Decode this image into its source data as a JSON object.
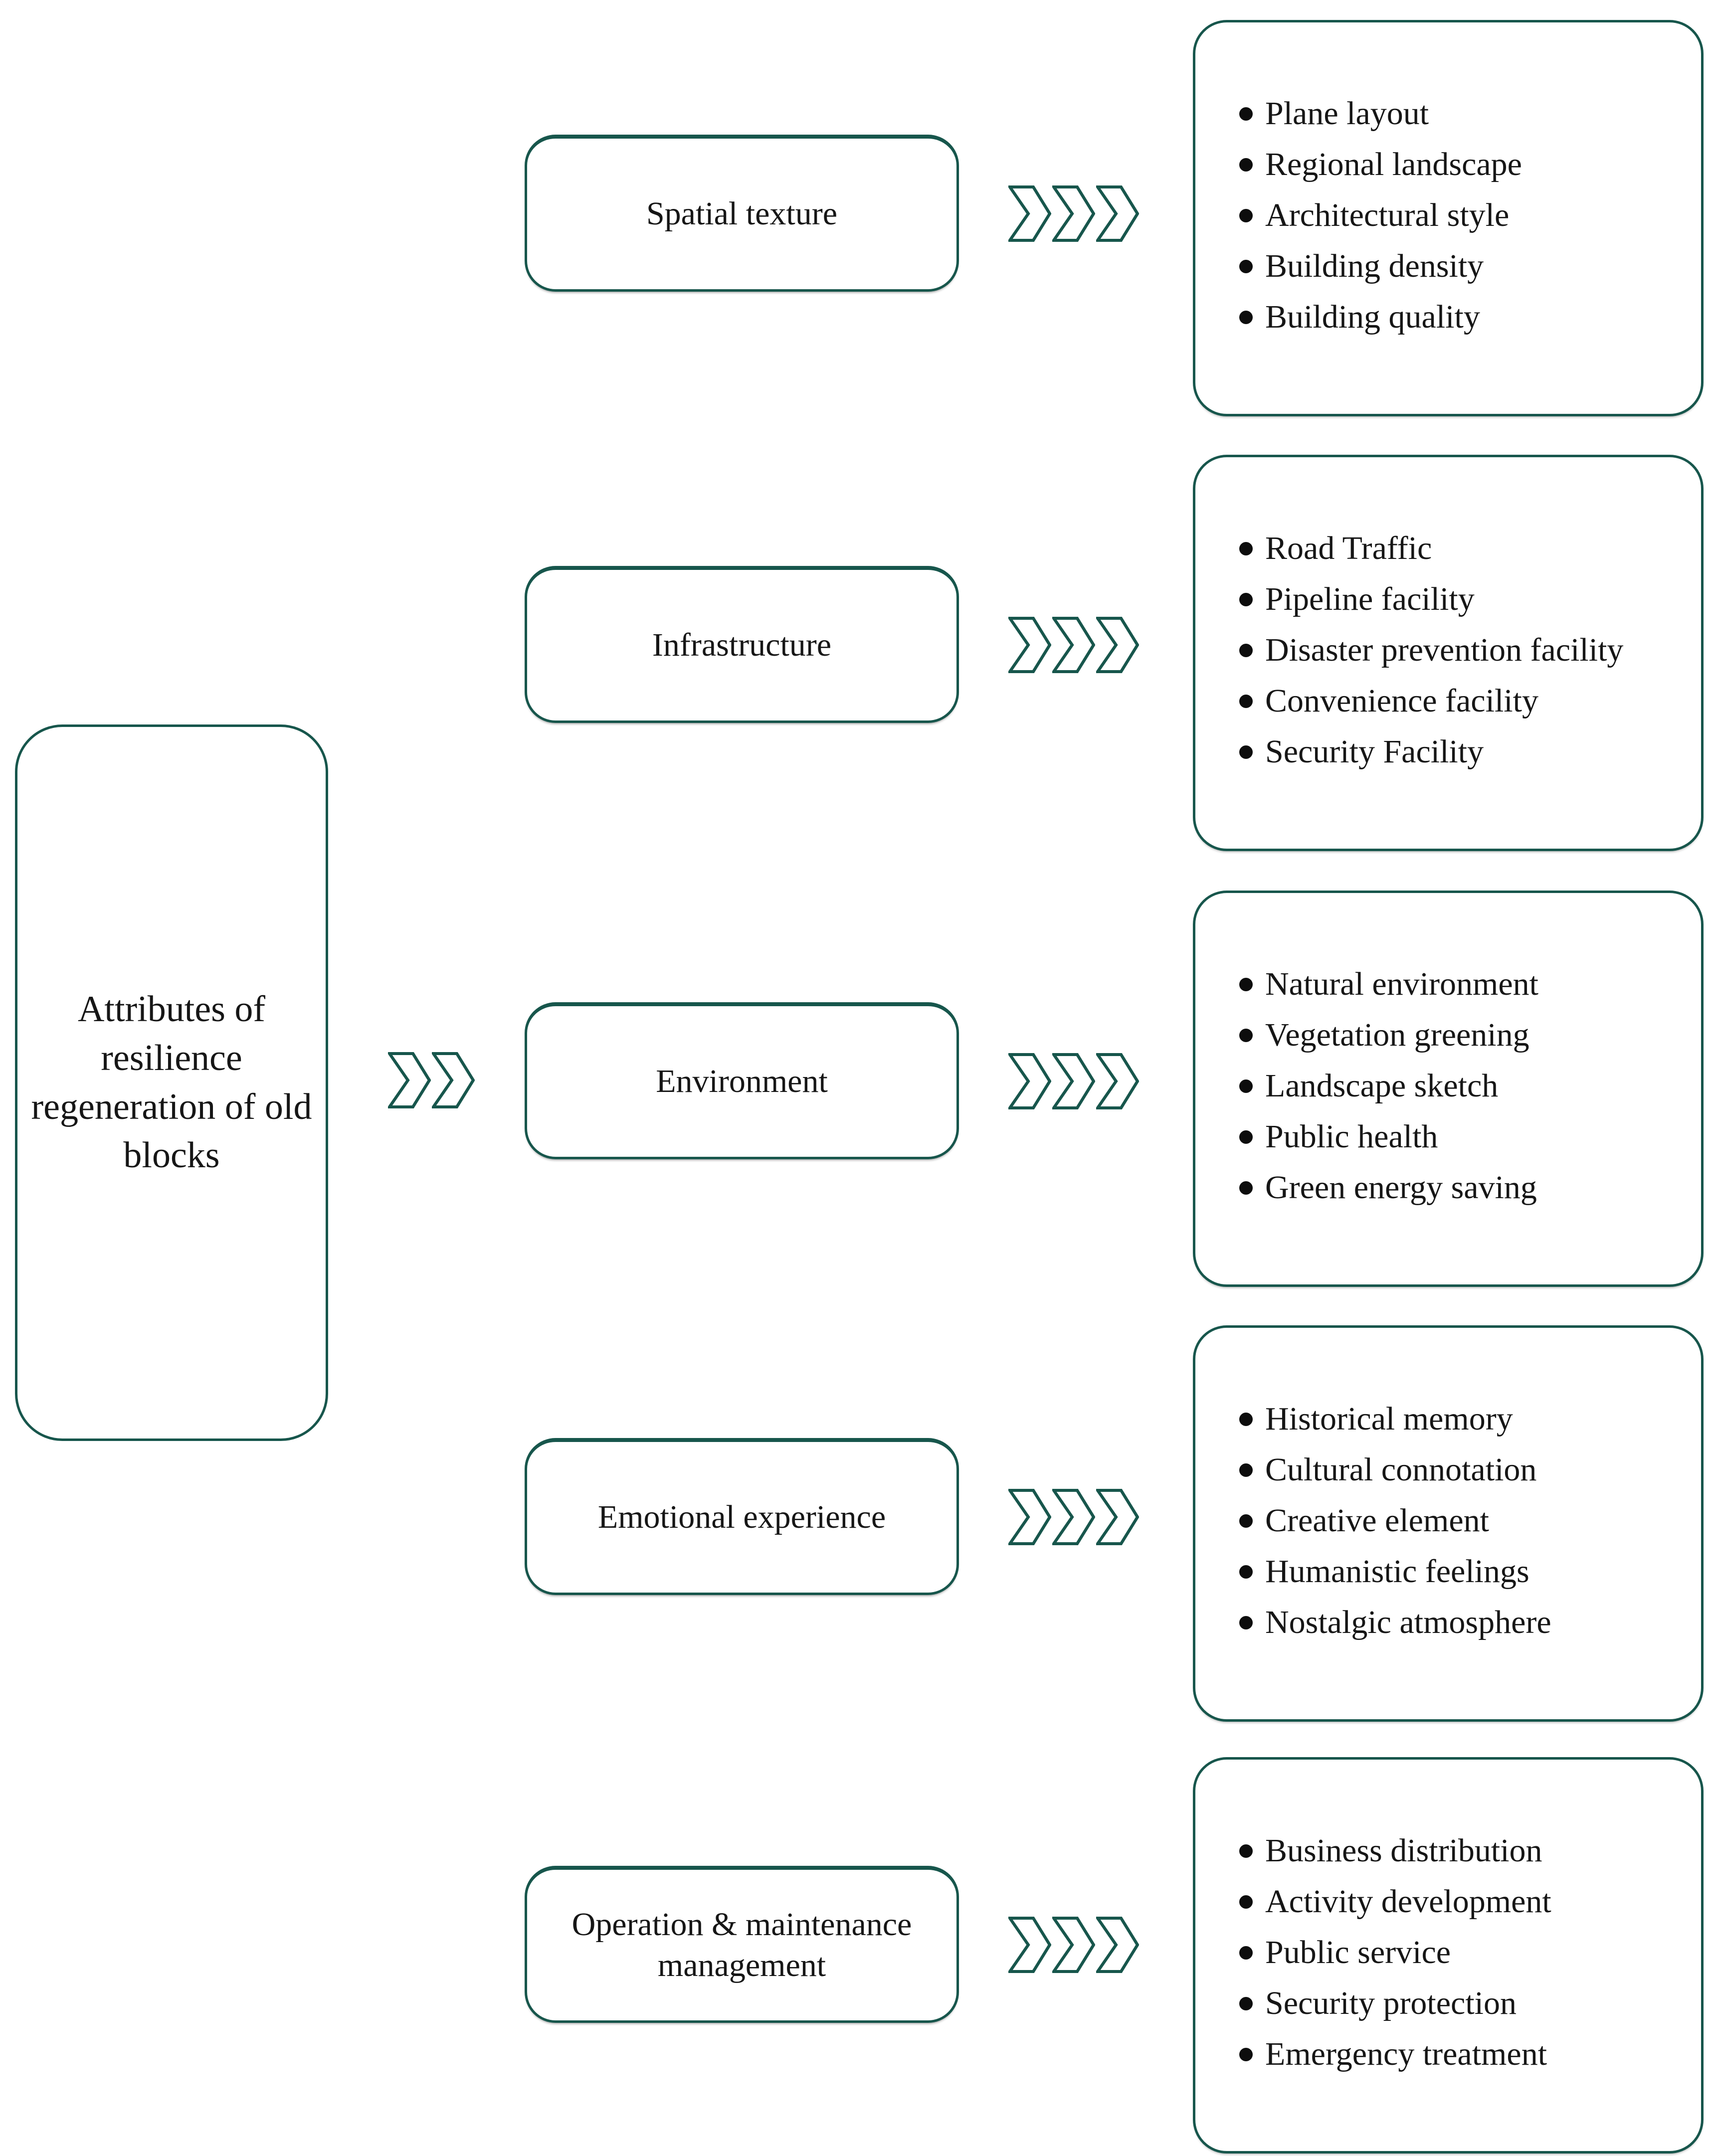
{
  "root": {
    "title": "Attributes of resilience regeneration of old blocks"
  },
  "rows": [
    {
      "category": "Spatial texture",
      "items": [
        "Plane layout",
        "Regional landscape",
        "Architectural style",
        "Building density",
        "Building quality"
      ]
    },
    {
      "category": "Infrastructure",
      "items": [
        "Road Traffic",
        "Pipeline facility",
        "Disaster prevention facility",
        "Convenience facility",
        "Security Facility"
      ]
    },
    {
      "category": "Environment",
      "items": [
        "Natural environment",
        "Vegetation greening",
        "Landscape sketch",
        "Public health",
        "Green energy saving"
      ]
    },
    {
      "category": "Emotional experience",
      "items": [
        "Historical memory",
        "Cultural connotation",
        "Creative element",
        "Humanistic feelings",
        "Nostalgic atmosphere"
      ]
    },
    {
      "category": "Operation & maintenance management",
      "items": [
        "Business distribution",
        "Activity development",
        "Public service",
        "Security protection",
        "Emergency treatment"
      ]
    }
  ],
  "icons": {
    "chevron": "chevron-right-icon"
  },
  "colors": {
    "accent": "#17564c",
    "bullet": "#0d0d0d",
    "text": "#161616",
    "background": "#ffffff"
  }
}
